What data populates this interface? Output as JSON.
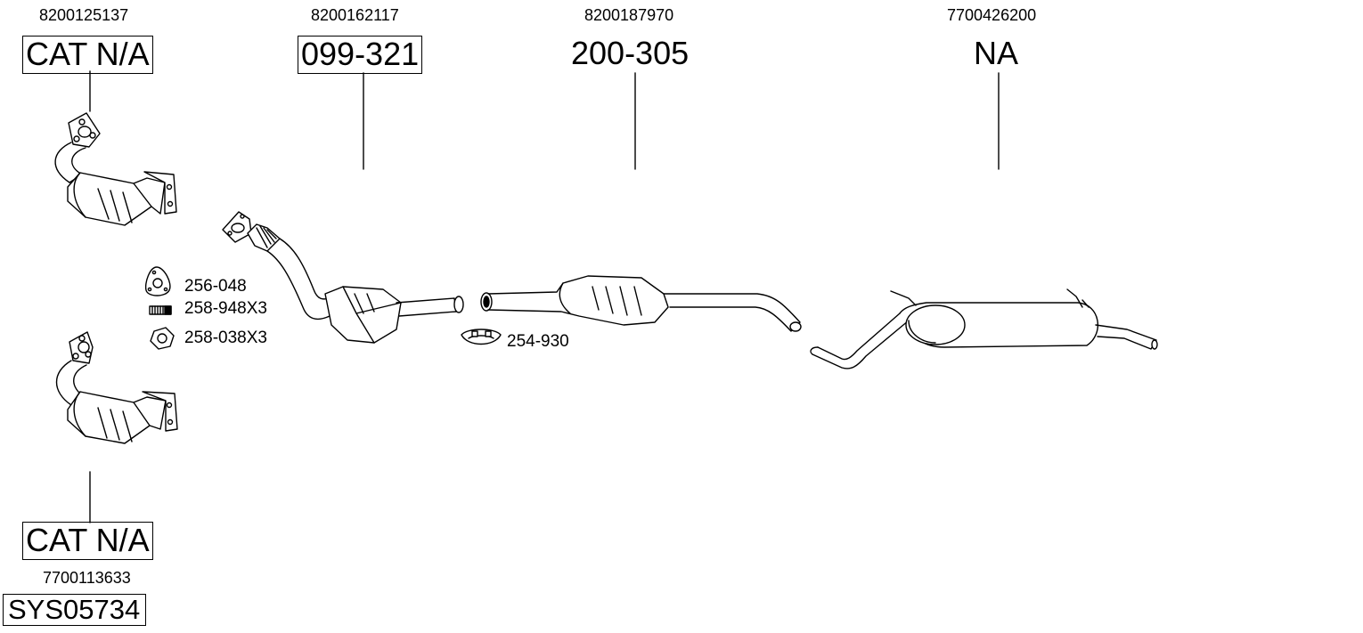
{
  "parts": {
    "front_cat_upper": {
      "oem_number": "8200125137",
      "code": "CAT N/A"
    },
    "front_pipe": {
      "oem_number": "8200162117",
      "code": "099-321"
    },
    "catalytic_converter": {
      "oem_number": "8200187970",
      "code": "200-305"
    },
    "rear_silencer": {
      "oem_number": "7700426200",
      "code": "NA"
    },
    "front_cat_lower": {
      "oem_number": "7700113633",
      "code": "CAT N/A"
    }
  },
  "fittings": {
    "gasket": "256-048",
    "stud": "258-948X3",
    "nut": "258-038X3",
    "clamp": "254-930"
  },
  "system_code": "SYS05734"
}
